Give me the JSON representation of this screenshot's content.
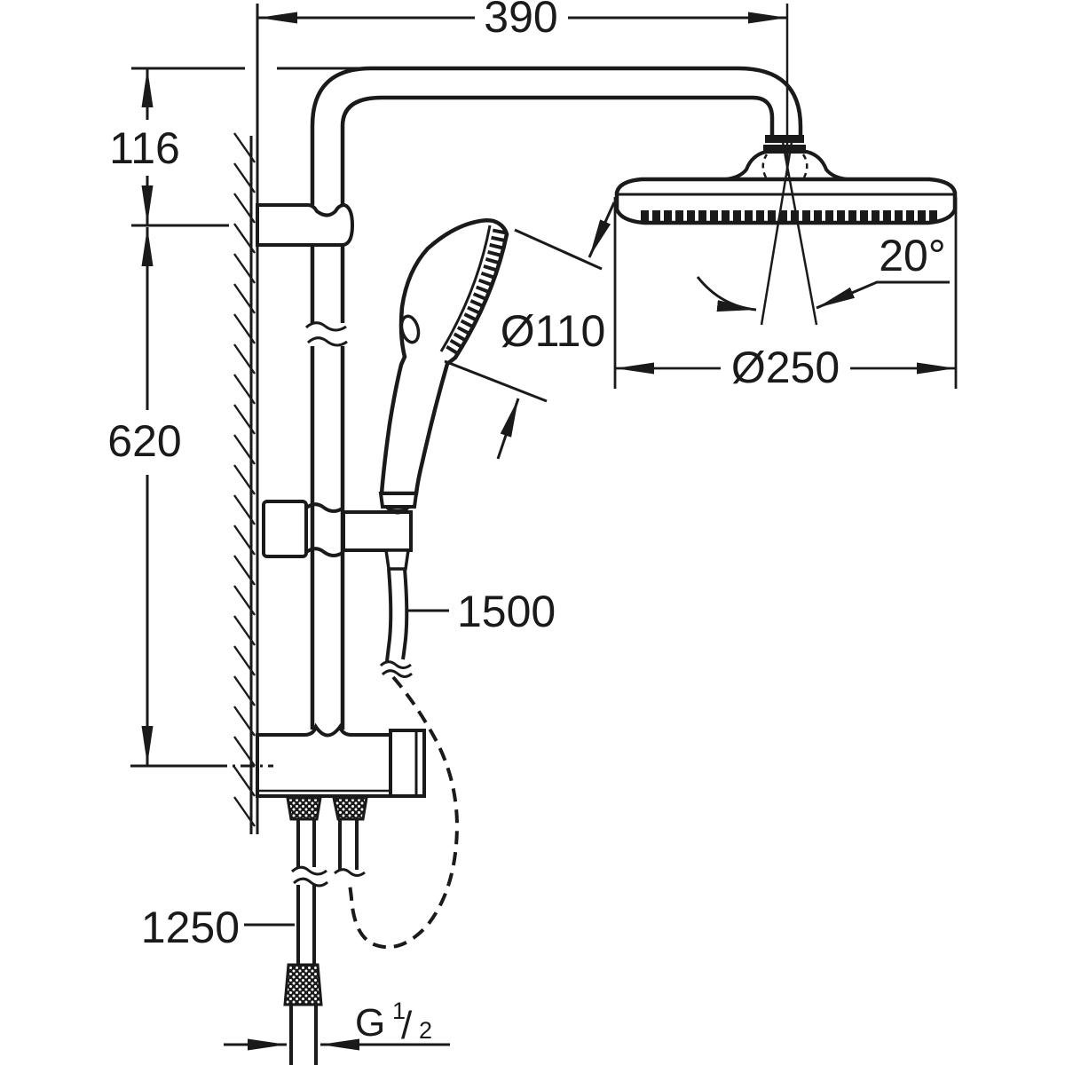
{
  "drawing": {
    "background": "#ffffff",
    "line_color": "#1a1a1a",
    "labels": {
      "top_width": "390",
      "head_drop": "116",
      "rail_length": "620",
      "hand_shower_diameter": "Ø110",
      "spray_angle": "20°",
      "head_shower_diameter": "Ø250",
      "shower_hose_length": "1500",
      "supply_hose_length": "1250",
      "thread": {
        "prefix": "G",
        "numerator": "1",
        "slash": "/",
        "denominator": "2"
      }
    }
  }
}
